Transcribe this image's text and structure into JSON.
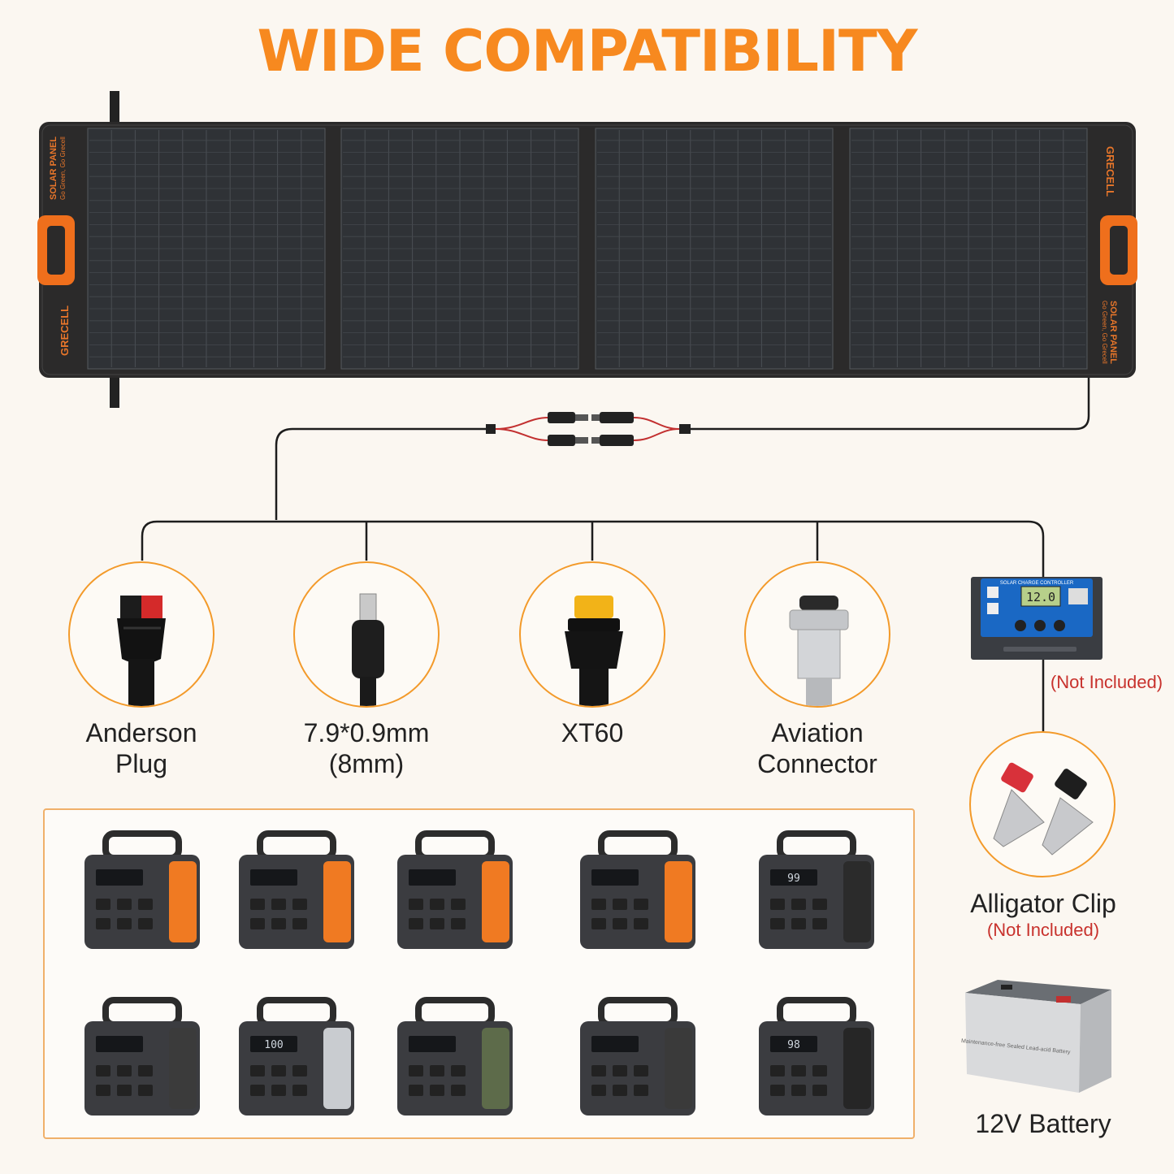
{
  "title": "WIDE COMPATIBILITY",
  "panel": {
    "brand": "GRECELL",
    "product": "SOLAR PANEL",
    "tagline": "Go Green, Go Grecell"
  },
  "connectors": [
    {
      "line1": "Anderson",
      "line2": "Plug",
      "icon": "anderson-plug-icon"
    },
    {
      "line1": "7.9*0.9mm",
      "line2": "(8mm)",
      "icon": "dc-barrel-plug-icon"
    },
    {
      "line1": "XT60",
      "line2": "",
      "icon": "xt60-plug-icon"
    },
    {
      "line1": "Aviation",
      "line2": "Connector",
      "icon": "aviation-connector-icon"
    }
  ],
  "controller": {
    "header": "SOLAR CHARGE CONTROLLER",
    "display": "12.0",
    "note": "(Not Included)"
  },
  "alligator": {
    "label": "Alligator Clip",
    "note": "(Not Included)"
  },
  "battery": {
    "label": "12V Battery",
    "case_text": "Maintenance-free Sealed Lead-acid Battery"
  },
  "devices": {
    "row1": [
      {
        "name": "power-station-1",
        "screen": "",
        "accent": "#f07a22"
      },
      {
        "name": "power-station-2",
        "screen": "",
        "accent": "#f07a22"
      },
      {
        "name": "power-station-3",
        "screen": "",
        "accent": "#f07a22"
      },
      {
        "name": "power-station-4",
        "screen": "",
        "accent": "#f07a22"
      },
      {
        "name": "power-station-5",
        "screen": "99",
        "accent": "#2b2b2b"
      }
    ],
    "row2": [
      {
        "name": "power-station-6",
        "screen": "",
        "accent": "#3b3b3b"
      },
      {
        "name": "power-station-7",
        "screen": "100",
        "accent": "#c9ccd0"
      },
      {
        "name": "power-station-8",
        "screen": "",
        "accent": "#5d6b4a"
      },
      {
        "name": "power-station-9",
        "screen": "",
        "accent": "#3a3a3a"
      },
      {
        "name": "power-station-10",
        "screen": "98",
        "accent": "#262626"
      }
    ]
  },
  "colors": {
    "accent": "#f7891f",
    "note_red": "#c8322d",
    "circle_border": "#f39a2a"
  }
}
